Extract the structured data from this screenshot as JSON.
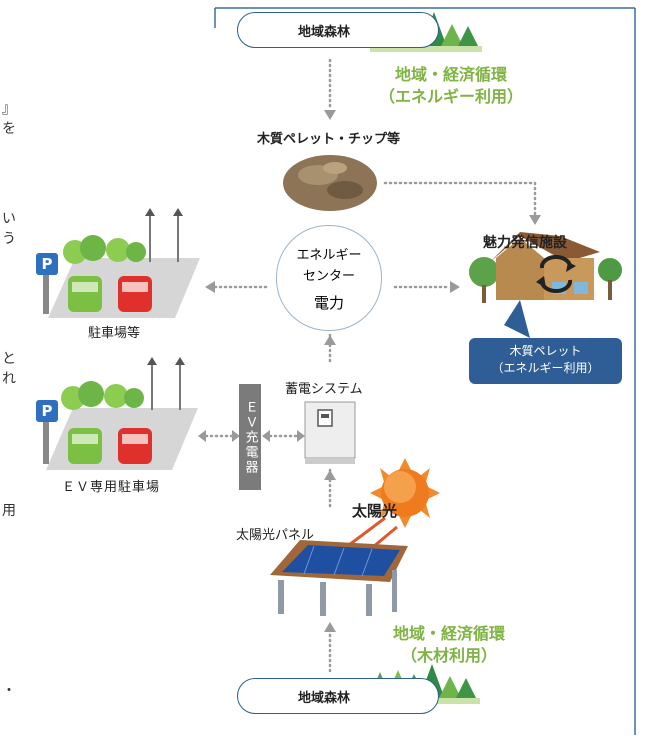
{
  "top_forest": {
    "label": "地域森林"
  },
  "top_cycle": {
    "line1": "地域・経済循環",
    "line2": "（エネルギー利用）"
  },
  "pellet": {
    "label": "木質ペレット・チップ等"
  },
  "energy_center": {
    "line1": "エネルギー",
    "line2": "センター",
    "line3": "電力"
  },
  "facility": {
    "label": "魅力発信施設"
  },
  "callout": {
    "line1": "木質ペレット",
    "line2": "（エネルギー利用）"
  },
  "parking1": {
    "label": "駐車場等"
  },
  "parking2": {
    "label": "ＥＶ専用駐車場"
  },
  "battery": {
    "label": "蓄電システム"
  },
  "ev_charger": {
    "label": "ＥＶ充電器"
  },
  "sunlight": {
    "label": "太陽光"
  },
  "solar_panel": {
    "label": "太陽光パネル"
  },
  "bottom_cycle": {
    "line1": "地域・経済循環",
    "line2": "（木材利用）"
  },
  "bottom_forest": {
    "label": "地域森林"
  },
  "left_edge_fragments": [
    "』",
    "を",
    "い",
    "う",
    "と",
    "れ",
    "用",
    "・"
  ],
  "parking_sign": "P",
  "colors": {
    "frame": "#3b6ea5",
    "accent_green": "#7fb443",
    "callout_blue": "#2f5e97",
    "dots": "#9a9a9a"
  }
}
